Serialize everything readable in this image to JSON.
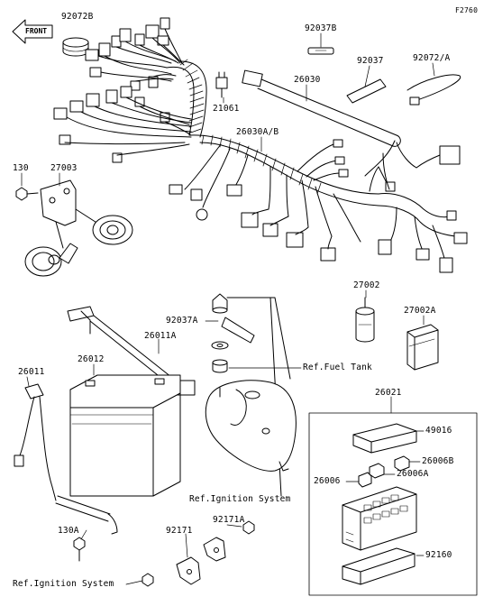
{
  "figure_id": "F2760",
  "front_label": "FRONT",
  "part_numbers": {
    "p92072B": "92072B",
    "p92037B": "92037B",
    "p92037": "92037",
    "p92072A": "92072/A",
    "p26030": "26030",
    "p21061": "21061",
    "p26030AB": "26030A/B",
    "p130": "130",
    "p27003": "27003",
    "p27002": "27002",
    "p27002A": "27002A",
    "p92037A": "92037A",
    "p26011A": "26011A",
    "p26011": "26011",
    "p26012": "26012",
    "p26021": "26021",
    "p49016": "49016",
    "p26006B": "26006B",
    "p26006": "26006",
    "p26006A": "26006A",
    "p130A": "130A",
    "p92171A": "92171A",
    "p92171": "92171",
    "p92160": "92160"
  },
  "references": {
    "fuel_tank": "Ref.Fuel Tank",
    "ignition_system_1": "Ref.Ignition System",
    "ignition_system_2": "Ref.Ignition System"
  }
}
